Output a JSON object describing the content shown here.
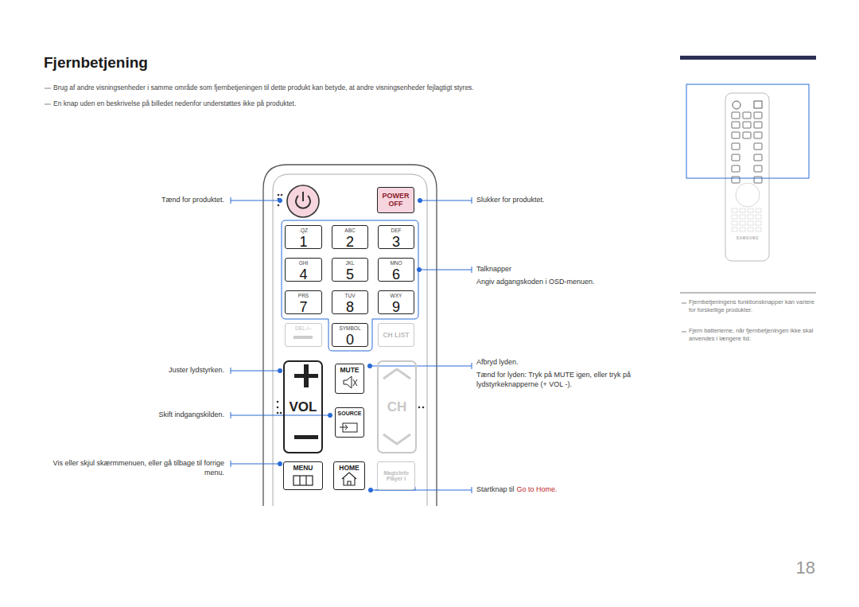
{
  "diagram": {
    "title": "Fjernbetjening",
    "nodes": [
      {
        "text": [
          "POWER OFF"
        ]
      },
      {
        "text": [
          ".QZ",
          "1"
        ]
      },
      {
        "text": [
          "ABC",
          "2"
        ]
      },
      {
        "text": [
          "DEF",
          "3"
        ]
      },
      {
        "text": [
          "GHI",
          "4"
        ]
      },
      {
        "text": [
          "JKL",
          "5"
        ]
      },
      {
        "text": [
          "MNO",
          "6"
        ]
      },
      {
        "text": [
          "PRS",
          "7"
        ]
      },
      {
        "text": [
          "TUV",
          "8"
        ]
      },
      {
        "text": [
          "WXY",
          "9"
        ]
      },
      {
        "text": [
          "DEL-/--"
        ]
      },
      {
        "text": [
          "SYMBOL",
          "0"
        ]
      },
      {
        "text": [
          "CH LIST"
        ]
      },
      {
        "text": [
          "VOL"
        ]
      },
      {
        "text": [
          "MUTE"
        ]
      },
      {
        "text": [
          "SOURCE"
        ]
      },
      {
        "text": [
          "CH"
        ]
      },
      {
        "text": [
          "MENU"
        ]
      },
      {
        "text": [
          "HOME"
        ]
      },
      {
        "text": [
          "MagicInfo Player I"
        ]
      }
    ],
    "labels": [
      "Brug af andre visningsenheder i samme område som fjernbetjeningen til dette produkt kan betyde, at andre visningsenheder fejlagtigt styres.",
      "En knap uden en beskrivelse på billedet nedenfor understøttes ikke på produktet.",
      "Tænd for produktet.",
      "Slukker for produktet.",
      "Talknapper",
      "Angiv adgangskoden i OSD-menuen.",
      "Juster lydstyrken.",
      "Afbryd lyden.",
      "Tænd for lyden: Tryk på MUTE igen, eller tryk på lydstyrkeknapperne (+ VOL -).",
      "Skift indgangskilden.",
      "Vis eller skjul skærmmenuen, eller gå tilbage til forrige menu.",
      "Startknap til",
      "Go to Home.",
      "Fjernbetjeningens funktionsknapper kan variere for forskellige produkter.",
      "Fjern batterierne, når fjernbetjeningen ikke skal anvendes i længere tid.",
      "SAMSUNG",
      "18"
    ]
  }
}
